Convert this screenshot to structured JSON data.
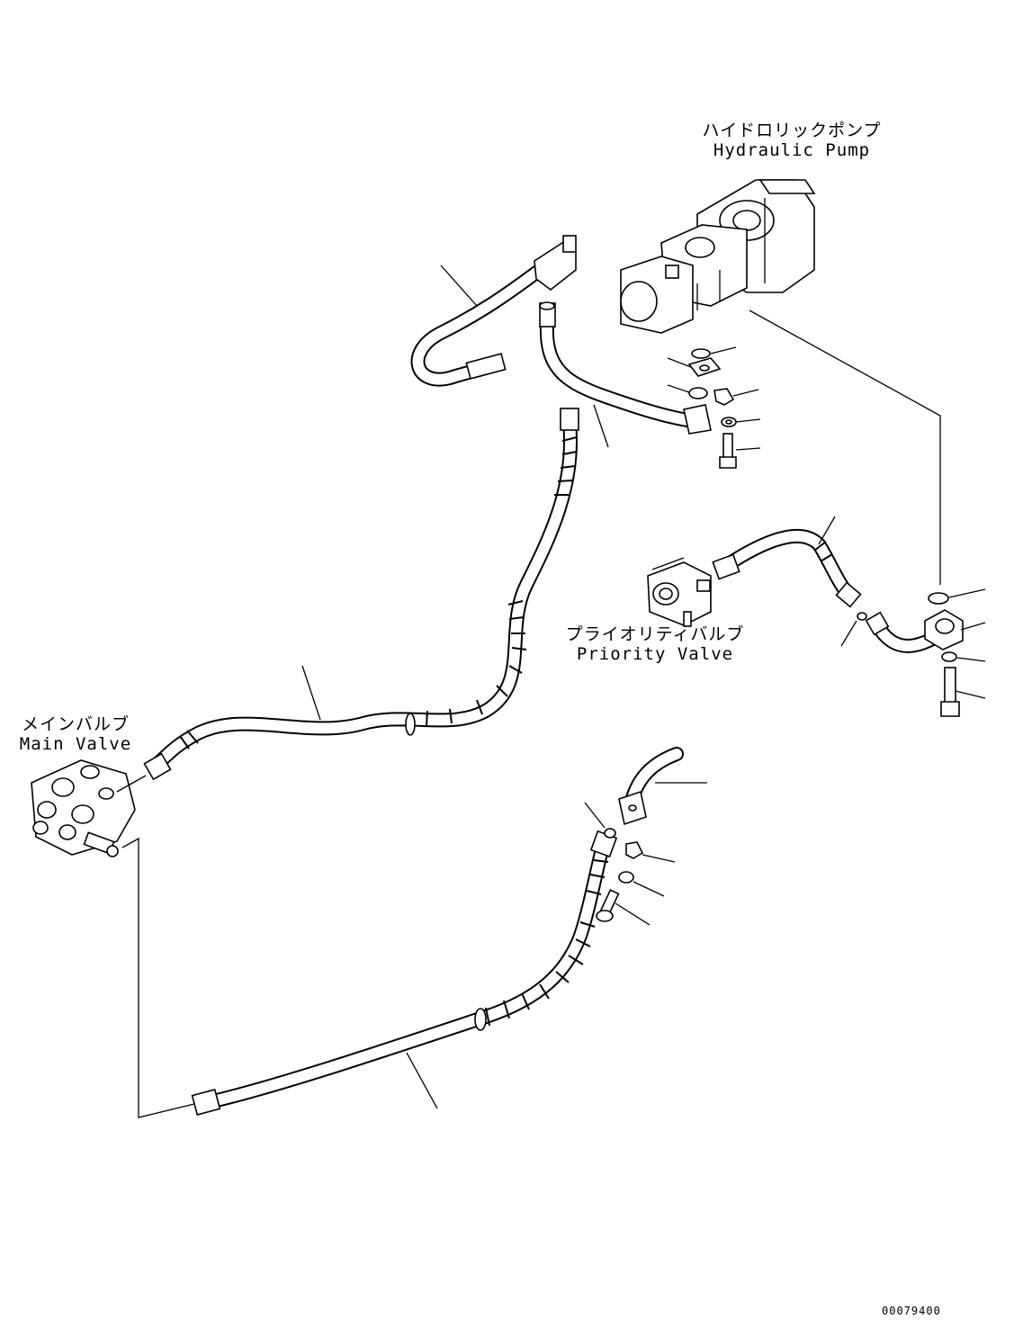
{
  "labels": {
    "hydraulic_pump_jp": "ハイドロリックポンプ",
    "hydraulic_pump_en": "Hydraulic Pump",
    "priority_valve_jp": "プライオリティバルブ",
    "priority_valve_en": "Priority Valve",
    "main_valve_jp": "メインバルブ",
    "main_valve_en": "Main Valve"
  },
  "drawing_number": "00079400"
}
